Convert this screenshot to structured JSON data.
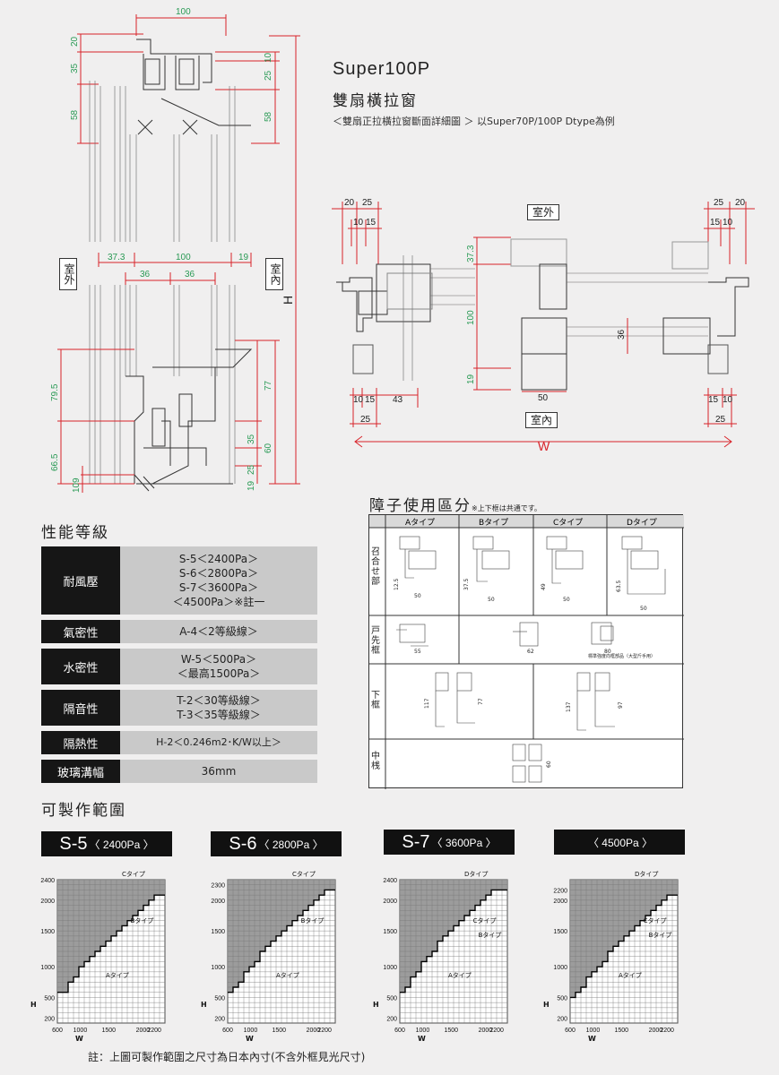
{
  "title": {
    "model": "Super100P",
    "name": "雙扇橫拉窗",
    "note": "＜雙扇正拉橫拉窗斷面詳細圖 ＞ 以Super70P/100P  Dtype為例"
  },
  "drawing_left": {
    "labels": {
      "outside": "室外",
      "inside": "室內",
      "height": "H"
    },
    "dims": [
      "100",
      "20",
      "35",
      "58",
      "10",
      "25",
      "58",
      "37.3",
      "100",
      "19",
      "36",
      "36",
      "79.5",
      "77",
      "66.5",
      "35",
      "60",
      "25",
      "19",
      "9",
      "10"
    ]
  },
  "drawing_right": {
    "labels": {
      "outside": "室外",
      "inside": "室內",
      "width": "W"
    },
    "dims_top_left": [
      "20",
      "25",
      "10",
      "15"
    ],
    "dims_top_right": [
      "25",
      "20",
      "15",
      "10"
    ],
    "dims_middle": [
      "37.3",
      "100",
      "19",
      "36",
      "50"
    ],
    "dims_bottom_left": [
      "10",
      "15",
      "43",
      "25"
    ],
    "dims_bottom_right": [
      "15",
      "10",
      "25"
    ]
  },
  "performance": {
    "heading": "性能等級",
    "rows": [
      {
        "label": "耐風壓",
        "value": [
          "S-5＜2400Pa＞",
          "S-6＜2800Pa＞",
          "S-7＜3600Pa＞",
          "＜4500Pa＞※註一"
        ]
      },
      {
        "label": "氣密性",
        "value": [
          "A-4＜2等級線＞"
        ]
      },
      {
        "label": "水密性",
        "value": [
          "W-5＜500Pa＞",
          "＜最高1500Pa＞"
        ]
      },
      {
        "label": "隔音性",
        "value": [
          "T-2＜30等級線＞",
          "T-3＜35等級線＞"
        ]
      },
      {
        "label": "隔熱性",
        "value": [
          "H-2＜0.246m2･K/W以上＞"
        ]
      },
      {
        "label": "玻璃溝幅",
        "value": [
          "36mm"
        ]
      }
    ]
  },
  "stile_table": {
    "heading": "障子使用區分",
    "heading_note": "※上下框は共通です。",
    "columns": [
      "Aタイプ",
      "Bタイプ",
      "Cタイプ",
      "Dタイプ"
    ],
    "rows": [
      "召合せ部",
      "戸先框",
      "下框",
      "中桟"
    ],
    "dims": [
      "12.5",
      "50",
      "37.5",
      "50",
      "49",
      "50",
      "63.5",
      "50",
      "55",
      "62",
      "80",
      "117",
      "77",
      "137",
      "97",
      "60"
    ],
    "note_d": "標準強度向框部品（大型斤手用）"
  },
  "ranges": {
    "heading": "可製作範圍",
    "panels": [
      {
        "code": "S-5",
        "pa": "〈 2400Pa 〉",
        "yticks": [
          "2400",
          "2000",
          "1500",
          "1000",
          "500",
          "200"
        ],
        "types": [
          "Cタイプ",
          "Bタイプ",
          "Aタイプ"
        ]
      },
      {
        "code": "S-6",
        "pa": "〈 2800Pa 〉",
        "yticks": [
          "2300",
          "2000",
          "1500",
          "1000",
          "500",
          "200"
        ],
        "types": [
          "Cタイプ",
          "Bタイプ",
          "Aタイプ"
        ]
      },
      {
        "code": "S-7",
        "pa": "〈 3600Pa 〉",
        "yticks": [
          "2400",
          "2000",
          "1500",
          "1000",
          "500",
          "200"
        ],
        "types": [
          "Dタイプ",
          "Cタイプ",
          "Bタイプ",
          "Aタイプ"
        ]
      },
      {
        "code": "",
        "pa": "〈 4500Pa 〉",
        "yticks": [
          "2200",
          "2000",
          "1500",
          "1000",
          "500",
          "200"
        ],
        "types": [
          "Dタイプ",
          "Cタイプ",
          "Bタイプ",
          "Aタイプ"
        ]
      }
    ],
    "xticks": [
      "600",
      "1000",
      "1500",
      "2000",
      "2200"
    ],
    "axis_h": "H",
    "axis_w": "W",
    "footer": "註：上圖可製作範圍之尺寸為日本內寸(不含外框見光尺寸)"
  }
}
